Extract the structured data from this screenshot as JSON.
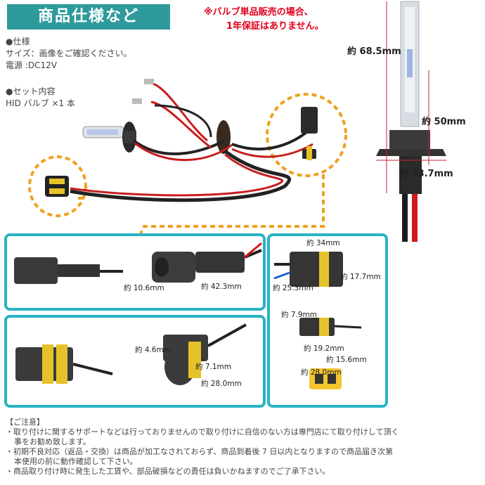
{
  "header": {
    "title": "商品仕様など",
    "warning_line1": "※バルブ単品販売の場合、",
    "warning_line2": "1年保証はありません。"
  },
  "specs": {
    "heading": "●仕様",
    "size": "サイズ：画像をご確認ください。",
    "power": "電源 :DC12V",
    "set_heading": "●セット内容",
    "set_item": "HID バルブ ×1 本"
  },
  "bulb_dims": {
    "length": "約 68.5mm",
    "glass": "約 50mm",
    "base": "約 33.7mm"
  },
  "connector1": {
    "height": "約 10.6mm",
    "length": "約 42.3mm"
  },
  "connector2": {
    "height": "約 4.6mm",
    "inner": "約 7.1mm",
    "length": "約 28.0mm"
  },
  "connector3": {
    "width": "約 34mm",
    "height": "約 17.7mm",
    "depth": "約 25.3mm"
  },
  "connector4": {
    "height": "約 7.9mm",
    "length": "約 19.2mm"
  },
  "connector5": {
    "width": "約 15.6mm",
    "length": "約 28.0mm"
  },
  "notes": {
    "heading": "【ご注意】",
    "n1a": "・取り付けに関するサポートなどは行っておりませんので取り付けに自信のない方は専門店にて取り付けして頂く",
    "n1b": "事をお勧め致します。",
    "n2a": "・初期不良対応（返品・交換）は商品が加工なされておらず、商品到着後 7 日以内となりますので商品届き次第",
    "n2b": "本使用の前に動作確認して下さい。",
    "n3": "・商品取り付け時に発生した工賃や、部品破損などの責任は負いかねますのでご了承下さい。"
  },
  "colors": {
    "accent": "#2f9a9c",
    "panel_border": "#29b3c4",
    "warning": "#e0001b",
    "highlight_dash": "#f0a020"
  }
}
